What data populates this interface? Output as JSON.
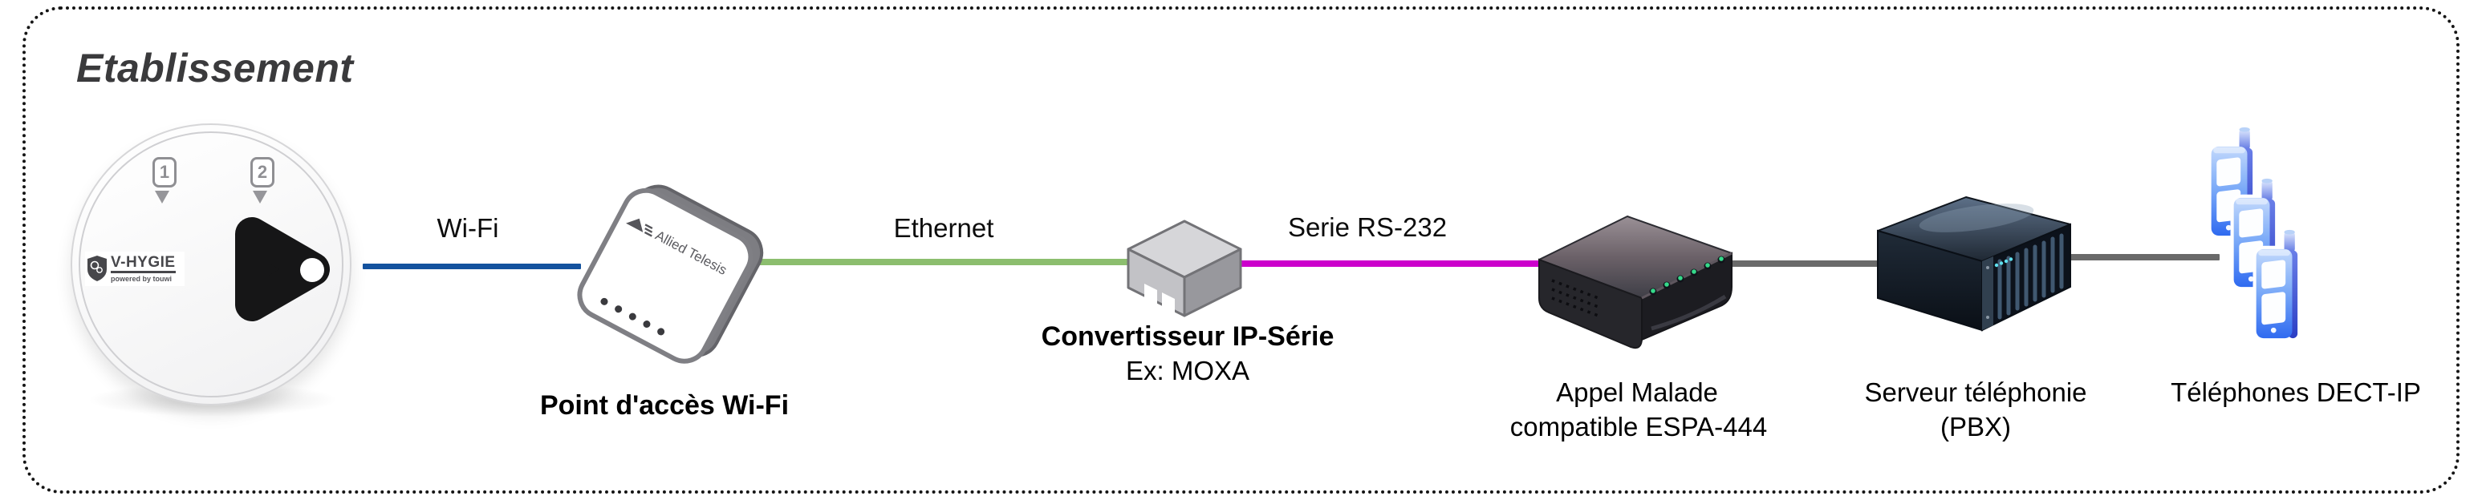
{
  "frame": {
    "title": "Etablissement"
  },
  "links": {
    "wifi": {
      "label": "Wi-Fi",
      "color": "#14529E"
    },
    "ethernet": {
      "label": "Ethernet",
      "color": "#8CBE6E"
    },
    "serial": {
      "label": "Serie RS-232",
      "color": "#CC00CC"
    },
    "pbx": {
      "label": "",
      "color": "#6A6A6A"
    },
    "phones": {
      "label": "",
      "color": "#6A6A6A"
    }
  },
  "devices": {
    "badge": {
      "tags": [
        "1",
        "2"
      ],
      "brand": "V-HYGIE",
      "brand_sub": "powered by touwi"
    },
    "access_point": {
      "label": "Point d'accès Wi-Fi",
      "brand": "Allied Telesis"
    },
    "converter": {
      "label": "Convertisseur IP-Série",
      "sublabel": "Ex: MOXA"
    },
    "nursecall": {
      "label_line1": "Appel Malade",
      "label_line2": "compatible ESPA-444"
    },
    "pbx": {
      "label_line1": "Serveur téléphonie",
      "label_line2": "(PBX)"
    },
    "phones": {
      "label": "Téléphones DECT-IP"
    }
  },
  "palette": {
    "title_color": "#3A3A3C",
    "phone_blue": "#2F6AF0",
    "led_green": "#35D98A",
    "led_cyan": "#5FE0EF"
  }
}
